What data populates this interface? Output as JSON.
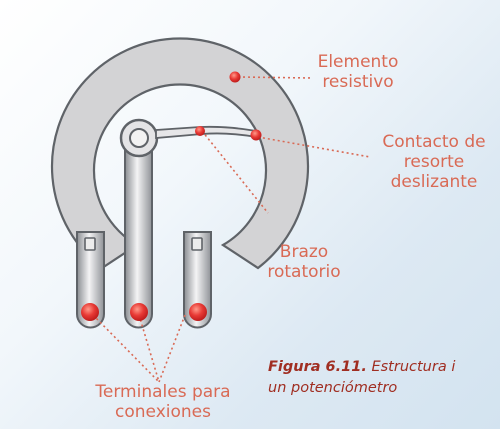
{
  "labels": {
    "element_line1": "Elemento",
    "element_line2": "resistivo",
    "contact_line1": "Contacto de",
    "contact_line2": "resorte",
    "contact_line3": "deslizante",
    "arm_line1": "Brazo",
    "arm_line2": "rotatorio",
    "terminals_line1": "Terminales para",
    "terminals_line2": "conexiones"
  },
  "caption": {
    "figure": "Figura 6.11.",
    "text_line1": " Estructura i",
    "text_line2": "un potenciómetro"
  },
  "colors": {
    "label": "#d96a55",
    "caption": "#a02e22",
    "marker": "#e02a2a",
    "metal_dark": "#5f6368",
    "disk": "#d2d2d4"
  }
}
